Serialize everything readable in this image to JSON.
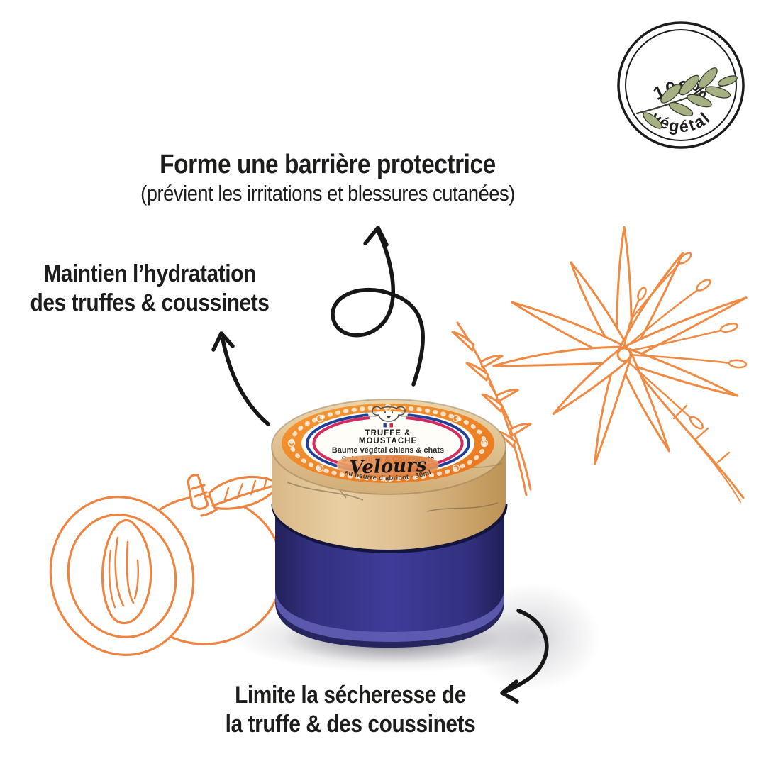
{
  "badge": {
    "top_text": "100%",
    "bottom_text": "végétal",
    "icon": "olive-branch-icon"
  },
  "callouts": {
    "barrier": {
      "title": "Forme une barrière protectrice",
      "subtitle": "(prévient les irritations et blessures cutanées)"
    },
    "hydration": {
      "line1": "Maintien l’hydratation",
      "line2": "des truffes & coussinets"
    },
    "dryness": {
      "line1": "Limite la sécheresse de",
      "line2": "la truffe & des coussinets"
    }
  },
  "label": {
    "brand_line1": "TRUFFE &",
    "brand_line2": "MOUSTACHE",
    "descriptor": "Baume végétal chiens & chats",
    "care_line": "Soin Truffe & Coussinets",
    "product_name": "Velours",
    "details": "au beurre d’abricot - 30ml",
    "logo_icon": "dog-face-icon",
    "flag_icon": "french-flag-icon"
  },
  "artwork": {
    "left": "apricot-line-art",
    "right": "nigella-flower-line-art",
    "arrows": "hand-drawn-curly-arrow"
  },
  "colors": {
    "ink": "#1D1D1B",
    "accent_orange": "#EF8440",
    "ring_orange": "#F08427",
    "jar_blue": "#3B3A92",
    "jar_blue_dark": "#232159",
    "glass_band_blue": "#605EB4",
    "wood": "#D9B887",
    "arc_blue": "#20409A",
    "arc_red": "#D42A5E",
    "leaf_green": "#A6B183",
    "flag_blue": "#27418F",
    "flag_red": "#D62A4F"
  }
}
